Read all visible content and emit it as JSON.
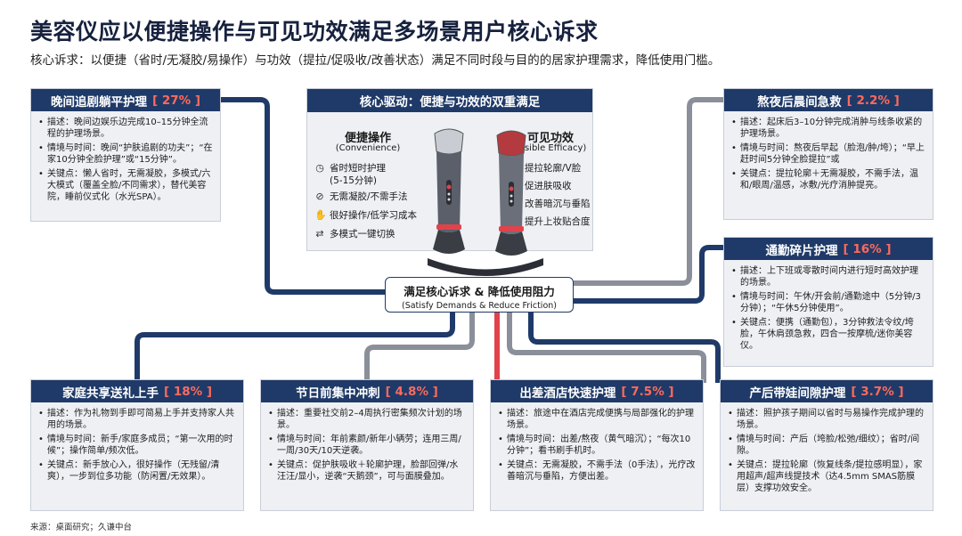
{
  "header": {
    "title": "美容仪应以便捷操作与可见功效满足多场景用户核心诉求",
    "subtitle": "核心诉求：以便捷（省时/无凝胶/易操作）与功效（提拉/促吸收/改善状态）满足不同时段与目的的居家护理需求，降低使用门槛。"
  },
  "source": "来源：桌面研究；久谦中台",
  "center": {
    "head": "核心驱动：便捷与功效的双重满足",
    "left_title": "便捷操作",
    "left_sub": "(Convenience)",
    "left_items": [
      {
        "icon": "clock-icon",
        "text": "省时短时护理\n(5-15分钟)"
      },
      {
        "icon": "no-gel-icon",
        "text": "无需凝胶/不需手法"
      },
      {
        "icon": "hand-icon",
        "text": "很好操作/低学习成本"
      },
      {
        "icon": "switch-icon",
        "text": "多模式一键切换"
      }
    ],
    "right_title": "可见功效",
    "right_sub": "(Visible Efficacy)",
    "right_items": [
      "提拉轮廓/V脸",
      "促进肤吸收",
      "改善暗沉与垂陷",
      "提升上妆贴合度"
    ]
  },
  "hub": {
    "main": "满足核心诉求 & 降低使用阻力",
    "sub": "(Satisfy Demands & Reduce Friction)"
  },
  "cards": [
    {
      "id": "night",
      "title": "晚间追剧躺平护理",
      "pct": "[ 27% ]",
      "items": [
        "描述：晚间边娱乐边完成10–15分钟全流程的护理场景。",
        "情境与时间：晚间“护肤追剧的功夫”；“在家10分钟全脸护理”或“15分钟”。",
        "关键点：懒人省时，无需凝胶，多模式/六大模式（覆盖全脸/不同需求），替代美容院，睡前仪式化（水光SPA）。"
      ]
    },
    {
      "id": "morning",
      "title": "熬夜后晨间急救",
      "pct": "[ 2.2% ]",
      "items": [
        "描述：起床后3–10分钟完成消肿与线条收紧的护理场景。",
        "情境与时间：熬夜后早起（脸泡/肿/垮）；“早上赶时间5分钟全脸提拉”或",
        "关键点：提拉轮廓＋无需凝胶，不需手法，温和/眼周/温感，冰敷/光疗消肿提亮。"
      ]
    },
    {
      "id": "commute",
      "title": "通勤碎片护理",
      "pct": "[ 16% ]",
      "items": [
        "描述：上下班或零散时间内进行短时高效护理的场景。",
        "情境与时间：午休/开会前/通勤途中（5分钟/3分钟）；“午休5分钟使用”。",
        "关键点：便携（通勤包），3分钟救法令纹/垮脸，午休肩颈急救，四合一按摩梳/迷你美容仪。"
      ]
    },
    {
      "id": "family",
      "title": "家庭共享送礼上手",
      "pct": "[ 18% ]",
      "items": [
        "描述：作为礼物到手即可简易上手并支持家人共用的场景。",
        "情境与时间：新手/家庭多成员；“第一次用的时候”；操作简单/频次低。",
        "关键点：新手放心入，很好操作（无残留/清爽），一步到位多功能（防闲置/无效果）。"
      ]
    },
    {
      "id": "festival",
      "title": "节日前集中冲刺",
      "pct": "[ 4.8% ]",
      "items": [
        "描述：重要社交前2–4周执行密集频次计划的场景。",
        "情境与时间：年前素颜/新年小辆劳；连用三周/一周/30天/10天逆袭。",
        "关键点：促护肤吸收＋轮廓护理，脸部回弹/水汪汪/显小，逆袭“天鹅颈”，可与面膜叠加。"
      ]
    },
    {
      "id": "travel",
      "title": "出差酒店快速护理",
      "pct": "[ 7.5% ]",
      "items": [
        "描述：旅途中在酒店完成便携与局部强化的护理场景。",
        "情境与时间：出差/熬夜（黄气暗沉）；“每次10分钟”；看书刷手机时。",
        "关键点：无需凝胶，不需手法（0手法），光疗改善暗沉与垂陷，方便出差。"
      ]
    },
    {
      "id": "postpartum",
      "title": "产后带娃间隙护理",
      "pct": "[ 3.7% ]",
      "items": [
        "描述：照护孩子期间以省时与易操作完成护理的场景。",
        "情境与时间：产后（垮脸/松弛/细纹）；省时/间隙。",
        "关键点：提拉轮廓（恢复线条/提拉感明显），家用超声/超声线提技术（达4.5mm SMAS筋膜层）支撑功效安全。"
      ]
    }
  ],
  "colors": {
    "navy": "#1f3a68",
    "gray": "#8a8f99",
    "red": "#e0434b",
    "pct": "#ff6a5c",
    "card_bg": "#eef0f4"
  }
}
